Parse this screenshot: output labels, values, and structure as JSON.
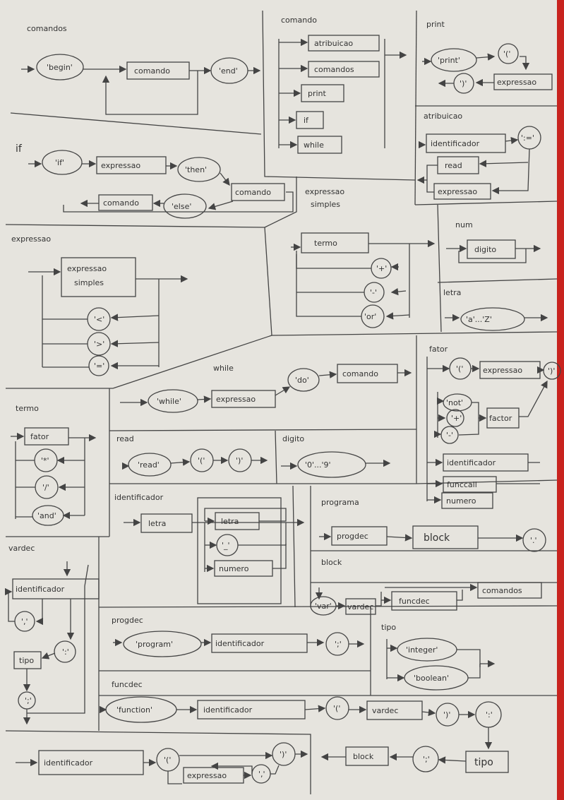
{
  "sections": {
    "comandos": "comandos",
    "comando": "comando",
    "print": "print",
    "atribuicao": "atribuicao",
    "if": "if",
    "expressao_simples": "expressao simples",
    "expressao": "expressao",
    "num": "num",
    "letra": "letra",
    "fator": "fator",
    "while": "while",
    "termo": "termo",
    "read": "read",
    "digito": "digito",
    "identificador": "identificador",
    "programa": "programa",
    "block": "block",
    "vardec": "vardec",
    "progdec": "progdec",
    "tipo": "tipo",
    "funcdec": "funcdec"
  },
  "nodes": {
    "comandos_begin": "'begin'",
    "comandos_comando": "comando",
    "comandos_end": "'end'",
    "comando_atribuicao": "atribuicao",
    "comando_comandos": "comandos",
    "comando_print": "print",
    "comando_if": "if",
    "comando_while": "while",
    "print_print": "'print'",
    "print_lparen": "'('",
    "print_rparen": "')'",
    "print_expressao": "expressao",
    "atrib_identificador": "identificador",
    "atrib_assign": "':='",
    "atrib_read": "read",
    "atrib_expressao": "expressao",
    "if_if": "'if'",
    "if_expressao": "expressao",
    "if_then": "'then'",
    "if_comando": "comando",
    "if_comando2": "comando",
    "if_else": "'else'",
    "es_termo": "termo",
    "es_plus": "'+'",
    "es_minus": "'-'",
    "es_or": "'or'",
    "exp_es_1": "expressao",
    "exp_es_2": "simples",
    "exp_lt": "'<'",
    "exp_gt": "'>'",
    "exp_eq": "'='",
    "num_digito": "digito",
    "letra_range": "'a'...'Z'",
    "fator_lparen": "'('",
    "fator_expressao": "expressao",
    "fator_rparen": "')'",
    "fator_not": "'not'",
    "fator_plus": "'+'",
    "fator_minus": "'-'",
    "fator_fator": "factor",
    "fator_identificador": "identificador",
    "fator_funccall": "funccall",
    "fator_numero": "numero",
    "while_while": "'while'",
    "while_expressao": "expressao",
    "while_do": "'do'",
    "while_comando": "comando",
    "termo_fator": "fator",
    "termo_mul": "'*'",
    "termo_div": "'/'",
    "termo_and": "'and'",
    "read_read": "'read'",
    "read_lparen": "'('",
    "read_rparen": "')'",
    "digito_range": "'0'...'9'",
    "ident_letra": "letra",
    "ident_letra2": "letra",
    "ident_underscore": "'_'",
    "ident_numero": "numero",
    "prog_progdec": "progdec",
    "prog_block": "block",
    "prog_dot": "'.'",
    "block_var": "'var'",
    "block_vardec": "vardec",
    "block_funcdec": "funcdec",
    "block_comandos": "comandos",
    "vardec_identificador": "identificador",
    "vardec_comma": "','",
    "vardec_colon": "':'",
    "vardec_tipo": "tipo",
    "vardec_semi": "';'",
    "progdec_program": "'program'",
    "progdec_identificador": "identificador",
    "progdec_semi": "';'",
    "tipo_integer": "'integer'",
    "tipo_boolean": "'boolean'",
    "funcdec_function": "'function'",
    "funcdec_identificador": "identificador",
    "funcdec_lparen": "'('",
    "funcdec_vardec": "vardec",
    "funcdec_rparen": "')'",
    "funcdec_colon": "':'",
    "funcdec_tipo": "tipo",
    "funcdec_semi": "';'",
    "funcdec_block": "block",
    "funccall_identificador": "identificador",
    "funccall_lparen": "'('",
    "funccall_rparen": "')'",
    "funccall_expressao": "expressao",
    "funccall_comma": "','"
  }
}
